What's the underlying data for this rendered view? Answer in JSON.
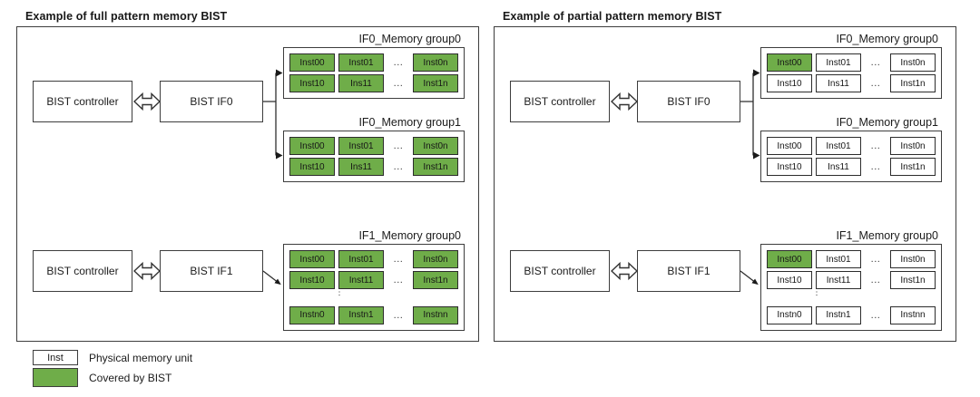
{
  "colors": {
    "covered_fill": "#6FAD49",
    "box_border": "#3d3d3d"
  },
  "panels": [
    {
      "title": "Example of full pattern memory BIST",
      "sections": [
        {
          "controller_label": "BIST controller",
          "interface_label": "BIST IF0",
          "link_icon": "double-arrow",
          "connector": "branch",
          "groups": [
            {
              "title": "IF0_Memory group0",
              "rows": [
                {
                  "gap": "...",
                  "cells": [
                    {
                      "label": "Inst00",
                      "covered": true
                    },
                    {
                      "label": "Inst01",
                      "covered": true
                    },
                    {
                      "label": "Inst0n",
                      "covered": true
                    }
                  ]
                },
                {
                  "gap": "...",
                  "cells": [
                    {
                      "label": "Inst10",
                      "covered": true
                    },
                    {
                      "label": "Ins11",
                      "covered": true
                    },
                    {
                      "label": "Inst1n",
                      "covered": true
                    }
                  ]
                }
              ]
            },
            {
              "title": "IF0_Memory group1",
              "rows": [
                {
                  "gap": "...",
                  "cells": [
                    {
                      "label": "Inst00",
                      "covered": true
                    },
                    {
                      "label": "Inst01",
                      "covered": true
                    },
                    {
                      "label": "Inst0n",
                      "covered": true
                    }
                  ]
                },
                {
                  "gap": "...",
                  "cells": [
                    {
                      "label": "Inst10",
                      "covered": true
                    },
                    {
                      "label": "Ins11",
                      "covered": true
                    },
                    {
                      "label": "Inst1n",
                      "covered": true
                    }
                  ]
                }
              ]
            }
          ]
        },
        {
          "controller_label": "BIST controller",
          "interface_label": "BIST IF1",
          "link_icon": "double-arrow",
          "connector": "diagonal",
          "groups": [
            {
              "title": "IF1_Memory group0",
              "rows": [
                {
                  "gap": "...",
                  "cells": [
                    {
                      "label": "Inst00",
                      "covered": true
                    },
                    {
                      "label": "Inst01",
                      "covered": true
                    },
                    {
                      "label": "Inst0n",
                      "covered": true
                    }
                  ]
                },
                {
                  "gap": "...",
                  "cells": [
                    {
                      "label": "Inst10",
                      "covered": true
                    },
                    {
                      "label": "Inst11",
                      "covered": true
                    },
                    {
                      "label": "Inst1n",
                      "covered": true
                    }
                  ]
                },
                {
                  "vdots": "⋮"
                },
                {
                  "gap": "...",
                  "cells": [
                    {
                      "label": "Instn0",
                      "covered": true
                    },
                    {
                      "label": "Instn1",
                      "covered": true
                    },
                    {
                      "label": "Instnn",
                      "covered": true
                    }
                  ]
                }
              ]
            }
          ]
        }
      ]
    },
    {
      "title": "Example of partial pattern memory BIST",
      "sections": [
        {
          "controller_label": "BIST controller",
          "interface_label": "BIST IF0",
          "link_icon": "double-arrow",
          "connector": "branch",
          "groups": [
            {
              "title": "IF0_Memory group0",
              "rows": [
                {
                  "gap": "...",
                  "cells": [
                    {
                      "label": "Inst00",
                      "covered": true
                    },
                    {
                      "label": "Inst01",
                      "covered": false
                    },
                    {
                      "label": "Inst0n",
                      "covered": false
                    }
                  ]
                },
                {
                  "gap": "...",
                  "cells": [
                    {
                      "label": "Inst10",
                      "covered": false
                    },
                    {
                      "label": "Ins11",
                      "covered": false
                    },
                    {
                      "label": "Inst1n",
                      "covered": false
                    }
                  ]
                }
              ]
            },
            {
              "title": "IF0_Memory group1",
              "rows": [
                {
                  "gap": "...",
                  "cells": [
                    {
                      "label": "Inst00",
                      "covered": false
                    },
                    {
                      "label": "Inst01",
                      "covered": false
                    },
                    {
                      "label": "Inst0n",
                      "covered": false
                    }
                  ]
                },
                {
                  "gap": "...",
                  "cells": [
                    {
                      "label": "Inst10",
                      "covered": false
                    },
                    {
                      "label": "Ins11",
                      "covered": false
                    },
                    {
                      "label": "Inst1n",
                      "covered": false
                    }
                  ]
                }
              ]
            }
          ]
        },
        {
          "controller_label": "BIST controller",
          "interface_label": "BIST IF1",
          "link_icon": "double-arrow",
          "connector": "diagonal",
          "groups": [
            {
              "title": "IF1_Memory group0",
              "rows": [
                {
                  "gap": "...",
                  "cells": [
                    {
                      "label": "Inst00",
                      "covered": true
                    },
                    {
                      "label": "Inst01",
                      "covered": false
                    },
                    {
                      "label": "Inst0n",
                      "covered": false
                    }
                  ]
                },
                {
                  "gap": "...",
                  "cells": [
                    {
                      "label": "Inst10",
                      "covered": false
                    },
                    {
                      "label": "Inst11",
                      "covered": false
                    },
                    {
                      "label": "Inst1n",
                      "covered": false
                    }
                  ]
                },
                {
                  "vdots": "⋮"
                },
                {
                  "gap": "...",
                  "cells": [
                    {
                      "label": "Instn0",
                      "covered": false
                    },
                    {
                      "label": "Instn1",
                      "covered": false
                    },
                    {
                      "label": "Instnn",
                      "covered": false
                    }
                  ]
                }
              ]
            }
          ]
        }
      ]
    }
  ],
  "legend": {
    "items": [
      {
        "swatch": "plain",
        "swatch_label": "Inst",
        "label": "Physical memory unit"
      },
      {
        "swatch": "covered",
        "swatch_label": "",
        "label": "Covered by BIST"
      }
    ]
  }
}
